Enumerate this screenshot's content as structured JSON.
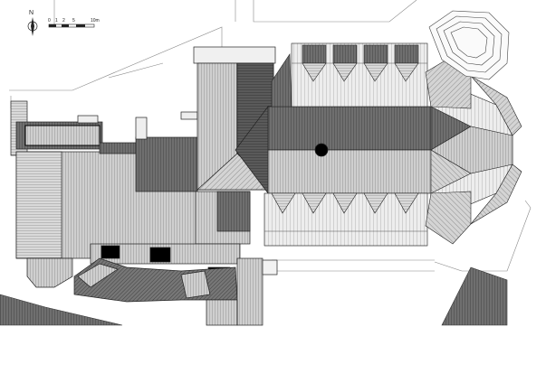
{
  "north_arrow": {
    "letter": "N"
  },
  "scale_bar": {
    "ticks": [
      "0",
      "1",
      "2",
      "5",
      "10m"
    ]
  }
}
